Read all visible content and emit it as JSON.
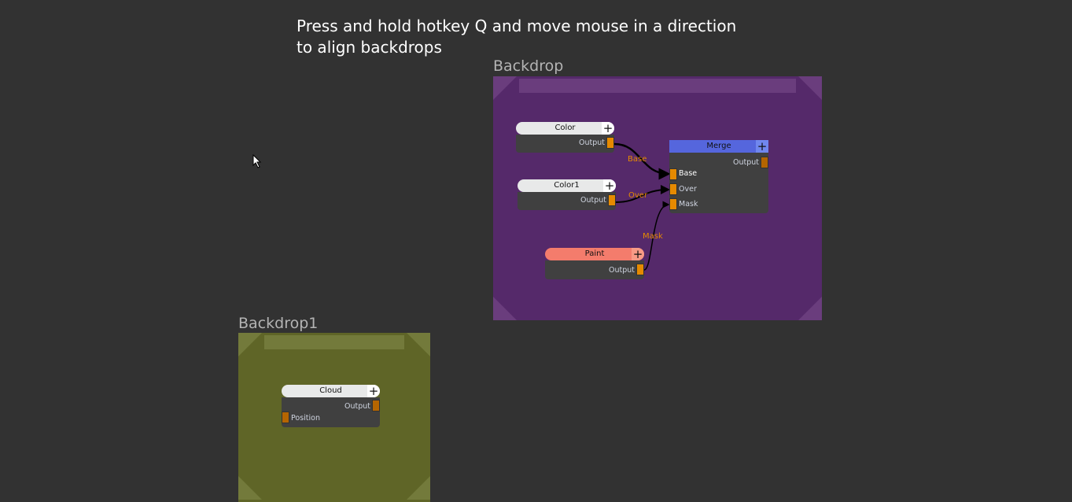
{
  "hint": {
    "line1": "Press and hold hotkey Q and move mouse in a direction",
    "line2": "to align backdrops"
  },
  "backdrops": [
    {
      "title": "Backdrop",
      "color": "#55296a"
    },
    {
      "title": "Backdrop1",
      "color": "#5f6527"
    }
  ],
  "nodes": {
    "color": {
      "title": "Color",
      "output": "Output"
    },
    "color1": {
      "title": "Color1",
      "output": "Output"
    },
    "merge": {
      "title": "Merge",
      "output": "Output",
      "inputs": [
        "Base",
        "Over",
        "Mask"
      ]
    },
    "paint": {
      "title": "Paint",
      "output": "Output"
    },
    "cloud": {
      "title": "Cloud",
      "output": "Output",
      "input": "Position"
    }
  },
  "wires": {
    "base": "Base",
    "over": "Over",
    "mask": "Mask"
  },
  "plus": "+"
}
